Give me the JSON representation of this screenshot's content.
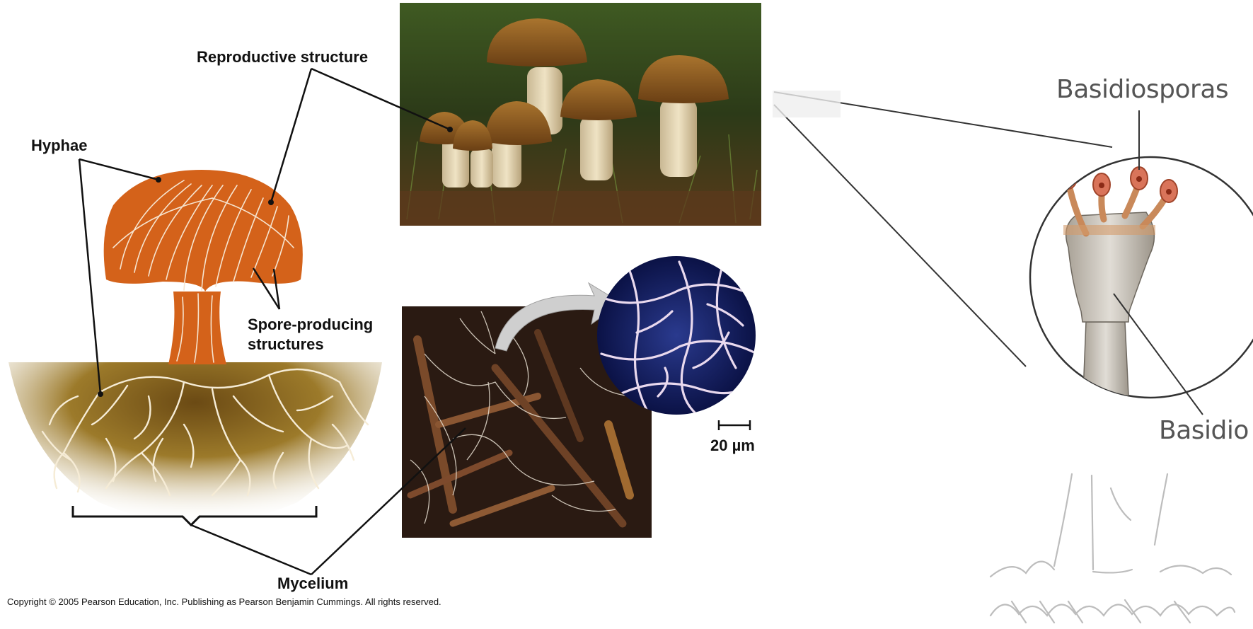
{
  "labels": {
    "reproductive_structure": "Reproductive structure",
    "hyphae": "Hyphae",
    "spore_producing_line1": "Spore-producing",
    "spore_producing_line2": "structures",
    "mycelium": "Mycelium",
    "scale_bar": "20 µm",
    "basidiosporas": "Basidiosporas",
    "basidio": "Basidio"
  },
  "copyright": "Copyright ©  2005 Pearson Education, Inc. Publishing as Pearson Benjamin Cummings. All rights reserved.",
  "colors": {
    "mushroom_orange": "#d4621a",
    "soil_brown": "#8a6a1e",
    "spore_red": "#d9745a",
    "basidium_gray": "#c9c4bc"
  }
}
